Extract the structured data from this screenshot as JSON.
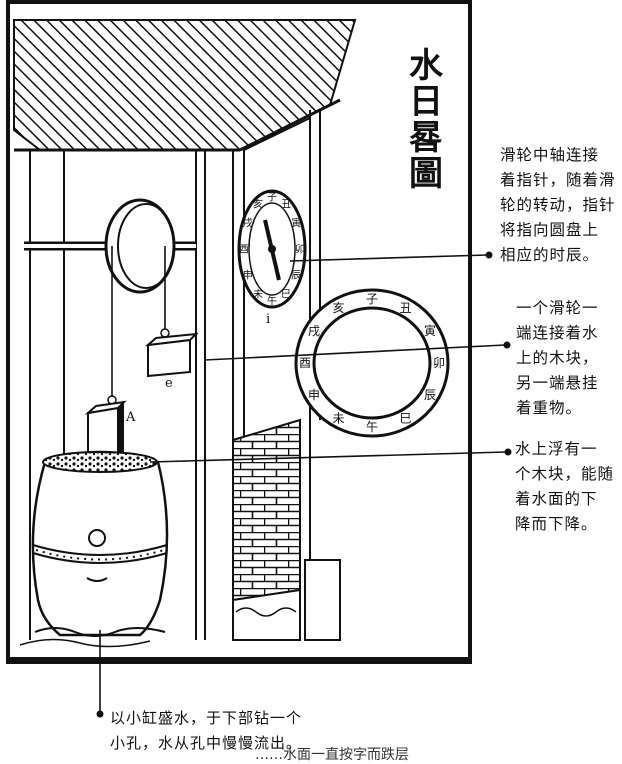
{
  "title_chars": [
    "水",
    "日",
    "晷",
    "圖"
  ],
  "callouts": [
    {
      "lines": [
        "滑轮中轴连接",
        "着指针，随着滑",
        "轮的转动，指针",
        "将指向圆盘上",
        "相应的时辰。"
      ]
    },
    {
      "lines": [
        "一个滑轮一",
        "端连接着水",
        "上的木块，",
        "另一端悬挂",
        "着重物。"
      ]
    },
    {
      "lines": [
        "水上浮有一",
        "个木块，能随",
        "着水面的下",
        "降而下降。"
      ]
    },
    {
      "lines": [
        "以小缸盛水，于下部钻一个",
        "小孔，水从孔中慢慢流出。"
      ]
    }
  ],
  "footer": "……水面一直按字而跌层",
  "labels": {
    "a": "A",
    "e": "e",
    "i": "i"
  },
  "small_dial": [
    "丑",
    "寅",
    "卯",
    "辰",
    "巳",
    "午",
    "未",
    "申",
    "酉",
    "戌",
    "亥",
    "子"
  ],
  "large_dial": [
    "子",
    "丑",
    "寅",
    "卯",
    "辰",
    "巳",
    "午",
    "未",
    "申",
    "酉",
    "戌",
    "亥"
  ],
  "colors": {
    "ink": "#111111",
    "paper": "#ffffff"
  }
}
